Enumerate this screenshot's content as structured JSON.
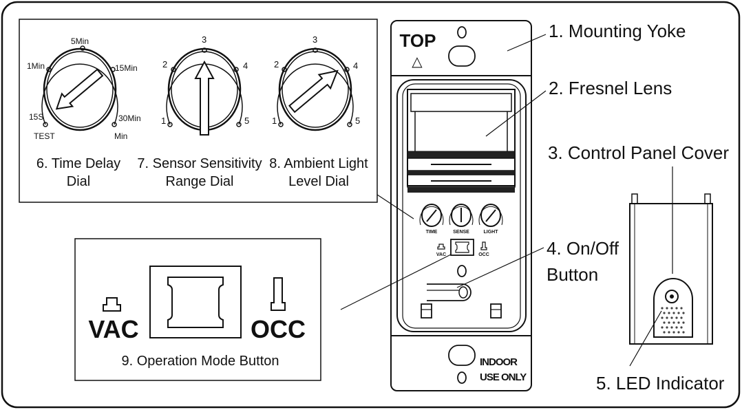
{
  "callouts": {
    "mounting_yoke": "1. Mounting Yoke",
    "fresnel_lens": "2. Fresnel Lens",
    "control_panel_cover": "3. Control Panel Cover",
    "on_off_line1": "4. On/Off",
    "on_off_line2": "Button",
    "led_indicator": "5. LED Indicator"
  },
  "dials": {
    "time_delay": {
      "caption_line1": "6. Time Delay",
      "caption_line2": "Dial",
      "ticks": {
        "t15s": "15S",
        "test": "TEST",
        "t1min": "1Min",
        "t5min": "5Min",
        "t15min": "15Min",
        "t30min": "30Min",
        "min": "Min"
      }
    },
    "sensitivity": {
      "caption_line1": "7. Sensor Sensitivity",
      "caption_line2": "Range Dial",
      "ticks": [
        "1",
        "2",
        "3",
        "4",
        "5"
      ]
    },
    "ambient": {
      "caption_line1": "8. Ambient Light",
      "caption_line2": "Level Dial",
      "ticks": [
        "1",
        "2",
        "3",
        "4",
        "5"
      ]
    }
  },
  "mode_panel": {
    "caption": "9. Operation Mode Button",
    "vac": "VAC",
    "occ": "OCC"
  },
  "device": {
    "top_label": "TOP",
    "top_arrow": "△",
    "knob_labels": {
      "time": "TIME",
      "sense": "SENSE",
      "light": "LIGHT"
    },
    "mode_vac": "VAC",
    "mode_occ": "OCC",
    "indoor": "INDOOR",
    "use_only": "USE ONLY"
  }
}
